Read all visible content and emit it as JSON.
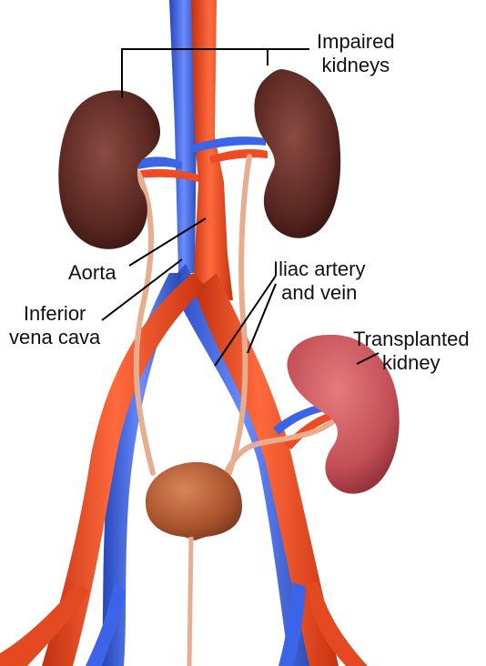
{
  "labels": {
    "impaired_kidneys": "Impaired\nkidneys",
    "aorta": "Aorta",
    "inferior_vena_cava": "Inferior\nvena cava",
    "iliac_artery_and_vein": "Iliac artery\nand vein",
    "transplanted_kidney": "Transplanted\nkidney"
  },
  "colors": {
    "artery": "#ef4a23",
    "vein": "#3b64e8",
    "impaired_kidney": "#5e2a24",
    "transplanted_kidney": "#c9525a",
    "ureter": "#e7ad8f",
    "bladder": "#b05a33",
    "leader_line": "#000000"
  }
}
